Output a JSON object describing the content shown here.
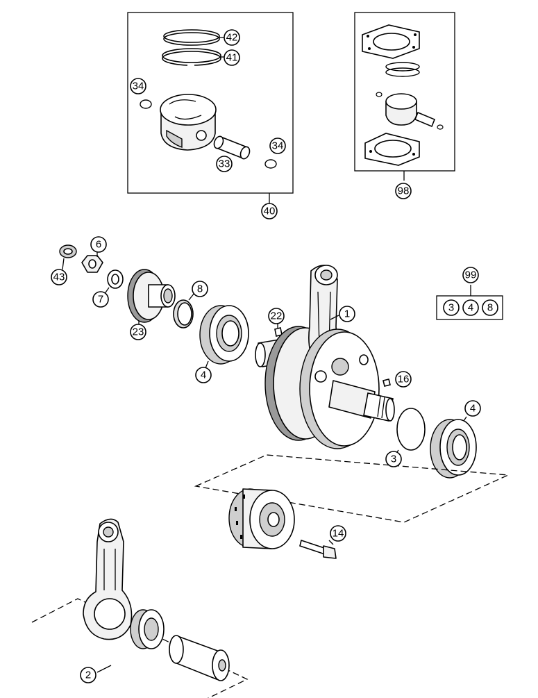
{
  "callouts": {
    "c42": "42",
    "c41": "41",
    "c34a": "34",
    "c34b": "34",
    "c33": "33",
    "c40": "40",
    "c98": "98",
    "c6": "6",
    "c43": "43",
    "c7": "7",
    "c8": "8",
    "c23": "23",
    "c22": "22",
    "c1": "1",
    "c4a": "4",
    "c16": "16",
    "c4b": "4",
    "c3": "3",
    "c99": "99",
    "c99_3": "3",
    "c99_4": "4",
    "c99_8": "8",
    "c14": "14",
    "c2": "2"
  }
}
